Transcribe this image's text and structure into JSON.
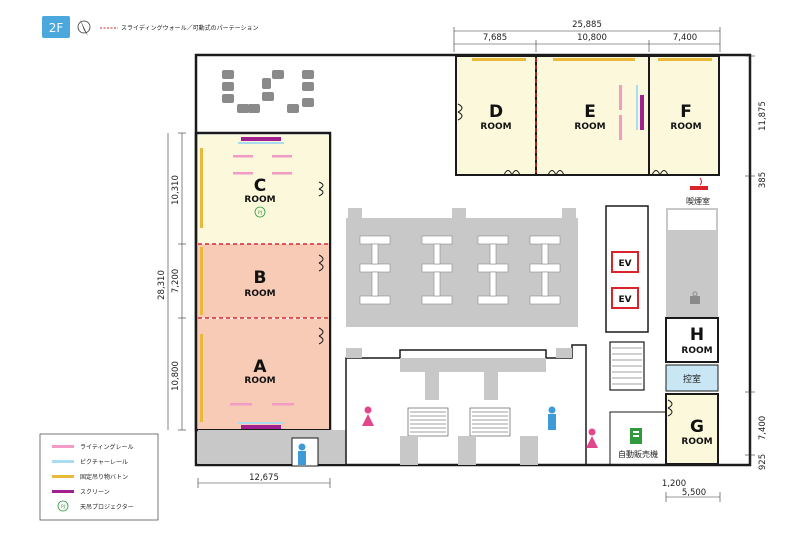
{
  "header": {
    "floor": "2F",
    "legend_line_text": "スライディングウォール／可動式のパーテーション"
  },
  "rooms": {
    "A": {
      "letter": "A",
      "word": "ROOM"
    },
    "B": {
      "letter": "B",
      "word": "ROOM"
    },
    "C": {
      "letter": "C",
      "word": "ROOM"
    },
    "D": {
      "letter": "D",
      "word": "ROOM"
    },
    "E": {
      "letter": "E",
      "word": "ROOM"
    },
    "F": {
      "letter": "F",
      "word": "ROOM"
    },
    "G": {
      "letter": "G",
      "word": "ROOM"
    },
    "H": {
      "letter": "H",
      "word": "ROOM"
    }
  },
  "labels": {
    "smoking": "喫煙室",
    "ev1": "EV",
    "ev2": "EV",
    "waiting": "控室",
    "vending": "自動販売機",
    "projector_mark": "PJ"
  },
  "dimensions": {
    "top_total": "25,885",
    "top_d": "7,685",
    "top_e": "10,800",
    "top_f": "7,400",
    "right_def": "11,875",
    "right_gap": "385",
    "right_g": "7,400",
    "right_bottom": "925",
    "left_c": "10,310",
    "left_total": "28,310",
    "left_b": "7,200",
    "left_a": "10,800",
    "bottom_left": "12,675",
    "bottom_mid": "1,200",
    "bottom_right": "5,500"
  },
  "legend": {
    "items": [
      {
        "label": "ライティングレール",
        "color": "#f29bc5"
      },
      {
        "label": "ピクチャーレール",
        "color": "#a9dcef"
      },
      {
        "label": "固定吊り物バトン",
        "color": "#e8b93a"
      },
      {
        "label": "スクリーン",
        "color": "#a0208f"
      },
      {
        "label": "天吊プロジェクター",
        "color": "#2f9a3d"
      }
    ]
  },
  "colors": {
    "room_abc_orange": "#f7cbb6",
    "room_cream": "#fbf8dc",
    "partition_red": "#d9242b",
    "wall": "#1a1a1a",
    "gray": "#c8c8c8",
    "floor_badge": "#4aa8dd"
  }
}
